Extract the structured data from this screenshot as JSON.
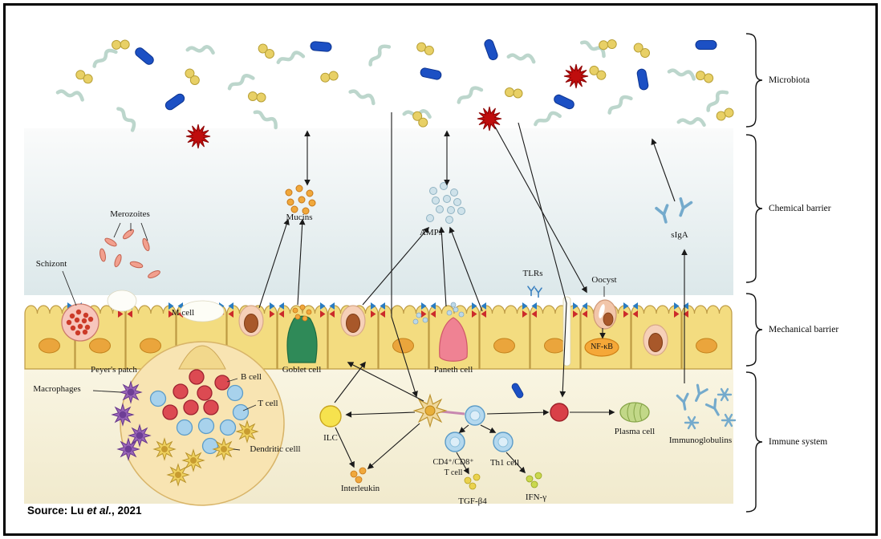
{
  "figure": {
    "source_prefix": "Source: Lu ",
    "source_italic": "et al.",
    "source_suffix": ", 2021"
  },
  "zones": {
    "microbiota": "Microbiota",
    "chemical_barrier": "Chemical barrier",
    "mechanical_barrier": "Mechanical barrier",
    "immune_system": "Immune system"
  },
  "labels": {
    "merozoites": "Merozoites",
    "schizont": "Schizont",
    "m_cell": "M cell",
    "mucins": "Mucins",
    "amps": "AMPs",
    "tlrs": "TLRs",
    "oocyst": "Oocyst",
    "siga": "sIgA",
    "nfkb": "NF-κB",
    "peyers_patch": "Peyer's patch",
    "macrophages": "Macrophages",
    "b_cell": "B cell",
    "t_cell": "T cell",
    "goblet_cell": "Goblet cell",
    "paneth_cell": "Paneth cell",
    "dendritic_cell": "Dendritic celll",
    "ilc": "ILC",
    "interleukin": "Interleukin",
    "cd4_cd8": "CD4⁺/CD8⁺",
    "cd4_cd8_line2": "T cell",
    "th1_cell": "Th1 cell",
    "tgf_b4": "TGF-β4",
    "ifn_gamma": "IFN-γ",
    "plasma_cell": "Plasma cell",
    "immunoglobulins": "Immunoglobulins"
  },
  "colors": {
    "bacteria_blue": "#1c50c4",
    "filament_teal": "#bcd6cc",
    "cocci_yellow": "#e8d066",
    "pathogen_red": "#bf0d0d",
    "epithelium_yellow": "#f3dc80",
    "goblet_green": "#2f8a58",
    "paneth_pink": "#ef8293",
    "nfkb_orange": "#f5a838",
    "antibody_blue": "#74aacc"
  }
}
